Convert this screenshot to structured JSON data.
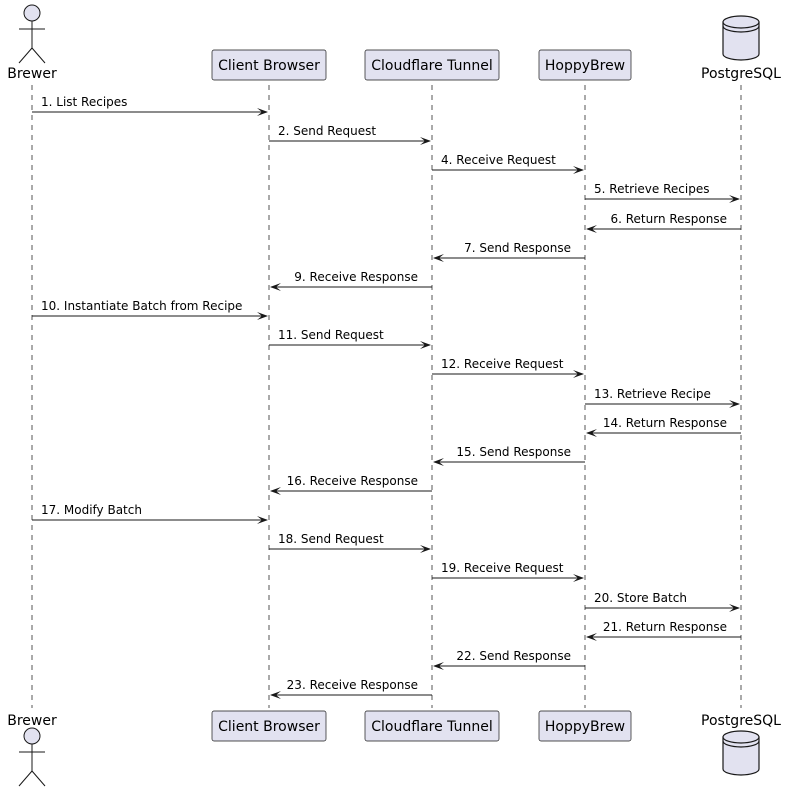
{
  "participants": [
    {
      "id": "brewer",
      "label": "Brewer",
      "kind": "actor"
    },
    {
      "id": "client",
      "label": "Client Browser",
      "kind": "box"
    },
    {
      "id": "tunnel",
      "label": "Cloudflare Tunnel",
      "kind": "box"
    },
    {
      "id": "hoppy",
      "label": "HoppyBrew",
      "kind": "box"
    },
    {
      "id": "postgres",
      "label": "PostgreSQL",
      "kind": "database"
    }
  ],
  "messages": [
    {
      "from": "brewer",
      "to": "client",
      "label": "1. List Recipes"
    },
    {
      "from": "client",
      "to": "tunnel",
      "label": "2. Send Request"
    },
    {
      "from": "tunnel",
      "to": "hoppy",
      "label": "4. Receive Request"
    },
    {
      "from": "hoppy",
      "to": "postgres",
      "label": "5. Retrieve Recipes"
    },
    {
      "from": "postgres",
      "to": "hoppy",
      "label": "6. Return Response"
    },
    {
      "from": "hoppy",
      "to": "tunnel",
      "label": "7. Send Response"
    },
    {
      "from": "tunnel",
      "to": "client",
      "label": "9. Receive Response"
    },
    {
      "from": "brewer",
      "to": "client",
      "label": "10. Instantiate Batch from Recipe"
    },
    {
      "from": "client",
      "to": "tunnel",
      "label": "11. Send Request"
    },
    {
      "from": "tunnel",
      "to": "hoppy",
      "label": "12. Receive Request"
    },
    {
      "from": "hoppy",
      "to": "postgres",
      "label": "13. Retrieve Recipe"
    },
    {
      "from": "postgres",
      "to": "hoppy",
      "label": "14. Return Response"
    },
    {
      "from": "hoppy",
      "to": "tunnel",
      "label": "15. Send Response"
    },
    {
      "from": "tunnel",
      "to": "client",
      "label": "16. Receive Response"
    },
    {
      "from": "brewer",
      "to": "client",
      "label": "17. Modify Batch"
    },
    {
      "from": "client",
      "to": "tunnel",
      "label": "18. Send Request"
    },
    {
      "from": "tunnel",
      "to": "hoppy",
      "label": "19. Receive Request"
    },
    {
      "from": "hoppy",
      "to": "postgres",
      "label": "20. Store Batch"
    },
    {
      "from": "postgres",
      "to": "hoppy",
      "label": "21. Return Response"
    },
    {
      "from": "hoppy",
      "to": "tunnel",
      "label": "22. Send Response"
    },
    {
      "from": "tunnel",
      "to": "client",
      "label": "23. Receive Response"
    }
  ]
}
